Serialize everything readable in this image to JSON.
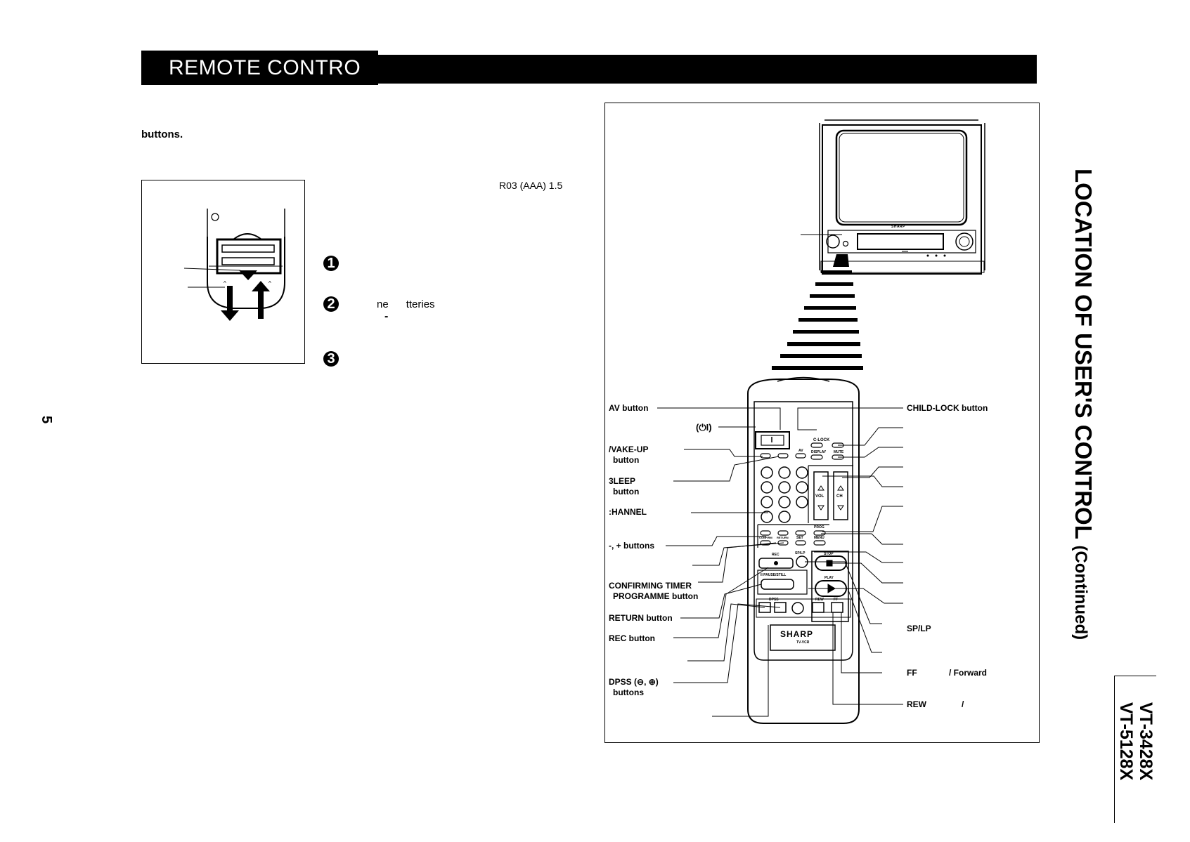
{
  "header": {
    "title": "REMOTE CONTRO"
  },
  "intro": {
    "fragment": "buttons."
  },
  "battery": {
    "spec": "R03 (AAA) 1.5",
    "steps": [
      {
        "marker": "1",
        "text": ""
      },
      {
        "marker": "2",
        "text": "ne      tteries"
      },
      {
        "marker": "3",
        "text": ""
      }
    ],
    "minus_mark": "-"
  },
  "page_number": "5",
  "side_title": {
    "main": "LOCATION OF USER'S CONTROL",
    "suffix": "(Continued)"
  },
  "model_numbers": [
    "VT-3428X",
    "VT-5128X"
  ],
  "tv": {
    "brand": "SHARP"
  },
  "remote": {
    "brand": "SHARP",
    "model_tag": "TV-VCR",
    "key_labels": [
      "C-LOCK",
      "DISPLAY",
      "MUTE",
      "AV",
      "VOL",
      "CH",
      "PROG",
      "MENU",
      "CONFIRM",
      "RETURN",
      "SET",
      "REC",
      "SP/LP",
      "STOP",
      "PLAY",
      "II PAUSE/STILL",
      "DPSS",
      "REW",
      "FF"
    ]
  },
  "labels_left": {
    "av_button": "AV button",
    "power_symbol": "(⏻I)",
    "wake_up": "/VAKE-UP",
    "wake_up_sub": "button",
    "sleep": "3LEEP",
    "sleep_sub": "button",
    "channel": ":HANNEL",
    "minus_plus": "-, + buttons",
    "confirming_timer": "CONFIRMING TIMER",
    "confirming_timer_sub": "PROGRAMME button",
    "return_button": "RETURN button",
    "rec_button": "REC button",
    "dpss": "DPSS (⊖, ⊕)",
    "dpss_sub": "buttons"
  },
  "labels_right": {
    "child_lock": "CHILD-LOCK button",
    "sp_lp": "SP/LP",
    "ff": "FF",
    "ff_forward": "/ Forward",
    "rew": "REW",
    "rew_slash": "/"
  }
}
